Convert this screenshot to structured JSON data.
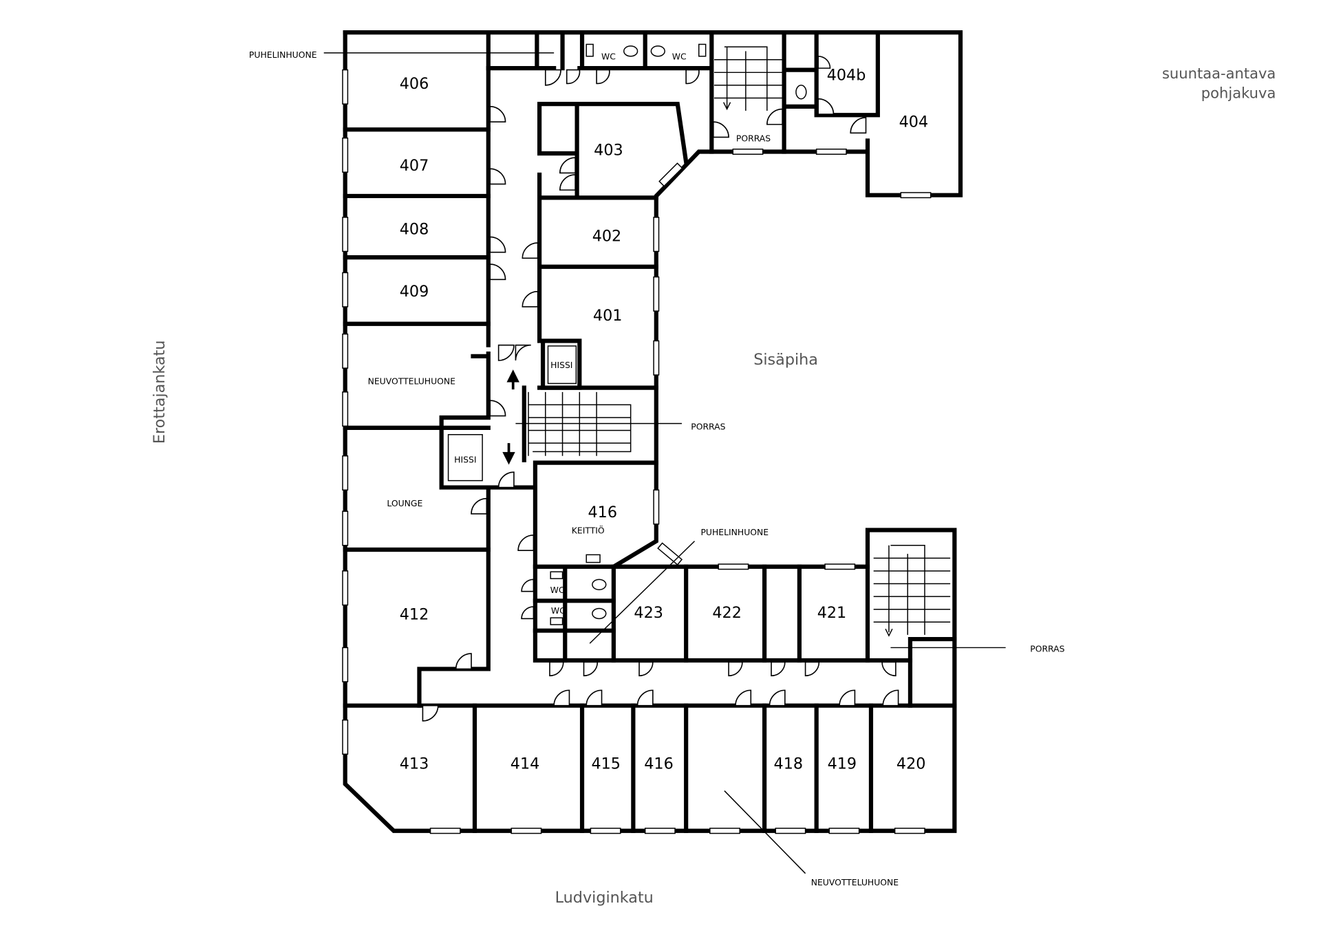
{
  "note": {
    "line1": "suuntaa-antava",
    "line2": "pohjakuva"
  },
  "streets": {
    "left": "Erottajankatu",
    "bottom": "Ludviginkatu",
    "courtyard": "Sisäpiha"
  },
  "rooms": {
    "r406": "406",
    "r407": "407",
    "r408": "408",
    "r409": "409",
    "neuvottelu_left": "NEUVOTTELUHUONE",
    "lounge": "LOUNGE",
    "r412": "412",
    "r413": "413",
    "r414": "414",
    "r415": "415",
    "r416b": "416",
    "r418": "418",
    "r419": "419",
    "r420": "420",
    "r403": "403",
    "r402": "402",
    "r401": "401",
    "r416": "416",
    "keittio": "KEITTIÖ",
    "r423": "423",
    "r422": "422",
    "r421": "421",
    "r404": "404",
    "r404b": "404b",
    "hissi1": "HISSI",
    "hissi2": "HISSI",
    "wc1": "WC",
    "wc2": "WC",
    "wc3": "WC",
    "wc4": "WC",
    "porras_top": "PORRAS"
  },
  "callouts": {
    "puhelin_top": "PUHELINHUONE",
    "porras_mid": "PORRAS",
    "puhelin_mid": "PUHELINHUONE",
    "porras_right": "PORRAS",
    "neuvottelu_bottom": "NEUVOTTELUHUONE"
  }
}
